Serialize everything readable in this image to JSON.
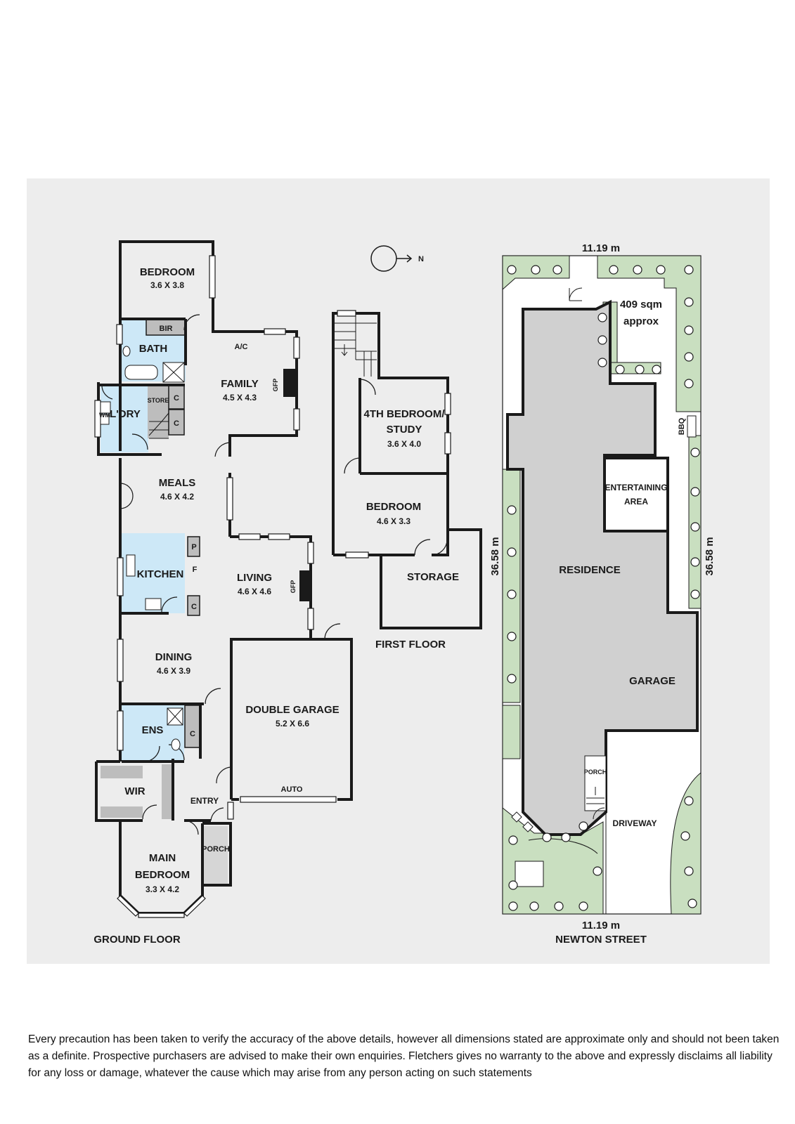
{
  "colors": {
    "panel": "#ededed",
    "wet_area": "#cde8f7",
    "grass": "#c9dfc0",
    "residence": "#d0d0d0",
    "wall": "#1a1a1a",
    "cabinet": "#bdbdbd"
  },
  "ground_floor": {
    "title": "GROUND FLOOR",
    "rooms": {
      "bedroom": {
        "name": "BEDROOM",
        "size": "3.6 X 3.8"
      },
      "bir": {
        "name": "BIR"
      },
      "bath": {
        "name": "BATH"
      },
      "family": {
        "name": "FAMILY",
        "size": "4.5 X 4.3"
      },
      "ac": {
        "name": "A/C"
      },
      "gfp_family": {
        "name": "GFP"
      },
      "store": {
        "name": "STORE"
      },
      "c1": {
        "name": "C"
      },
      "c2": {
        "name": "C"
      },
      "ldry": {
        "name": "L'DRY"
      },
      "wm": {
        "name": "WM"
      },
      "meals": {
        "name": "MEALS",
        "size": "4.6 X 4.2"
      },
      "kitchen": {
        "name": "KITCHEN"
      },
      "p": {
        "name": "P"
      },
      "f": {
        "name": "F"
      },
      "c3": {
        "name": "C"
      },
      "living": {
        "name": "LIVING",
        "size": "4.6 X 4.6"
      },
      "gfp_living": {
        "name": "GFP"
      },
      "dining": {
        "name": "DINING",
        "size": "4.6 X 3.9"
      },
      "ens": {
        "name": "ENS"
      },
      "c4": {
        "name": "C"
      },
      "wir": {
        "name": "WIR"
      },
      "double_garage": {
        "name": "DOUBLE GARAGE",
        "size": "5.2 X 6.6"
      },
      "auto": {
        "name": "AUTO"
      },
      "entry": {
        "name": "ENTRY"
      },
      "porch": {
        "name": "PORCH"
      },
      "main_bedroom": {
        "name1": "MAIN",
        "name2": "BEDROOM",
        "size": "3.3 X 4.2"
      }
    }
  },
  "compass": {
    "label": "N"
  },
  "first_floor": {
    "title": "FIRST FLOOR",
    "rooms": {
      "study": {
        "name1": "4TH BEDROOM/",
        "name2": "STUDY",
        "size": "3.6 X 4.0"
      },
      "bedroom": {
        "name": "BEDROOM",
        "size": "4.6 X 3.3"
      },
      "storage": {
        "name": "STORAGE"
      }
    }
  },
  "site_plan": {
    "top_dim": "11.19 m",
    "bottom_dim": "11.19 m",
    "left_dim": "36.58 m",
    "right_dim": "36.58 m",
    "area_value": "409 sqm",
    "area_note": "approx",
    "bbq": "BBQ",
    "entertaining1": "ENTERTAINING",
    "entertaining2": "AREA",
    "residence": "RESIDENCE",
    "garage": "GARAGE",
    "porch": "PORCH",
    "driveway": "DRIVEWAY",
    "street": "NEWTON STREET"
  },
  "disclaimer": "Every precaution has been taken to verify the accuracy of the above details, however all dimensions stated are approximate only and should not been taken as a definite. Prospective purchasers are advised to make their own enquiries. Fletchers gives no warranty to the above and expressly disclaims all liability for any loss or damage, whatever the cause which may arise from any person acting on such statements"
}
